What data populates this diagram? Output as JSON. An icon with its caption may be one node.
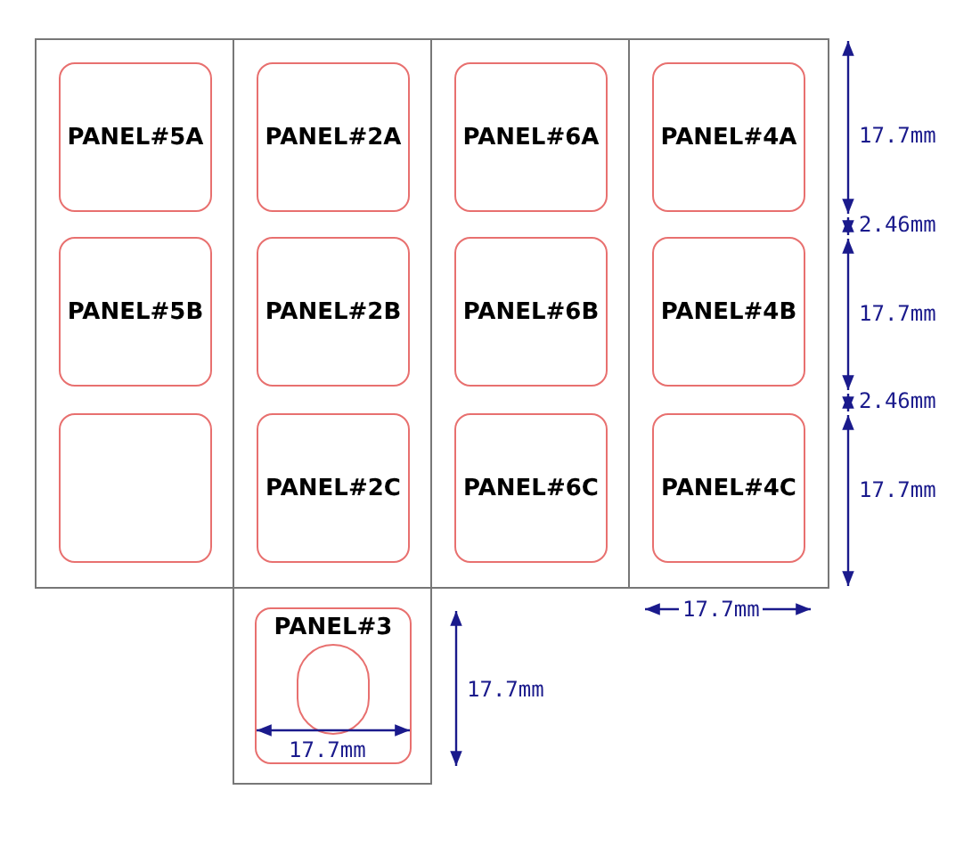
{
  "diagram": {
    "nodes": [
      {
        "text": [
          "PANEL#5A"
        ]
      },
      {
        "text": [
          "PANEL#2A"
        ]
      },
      {
        "text": [
          "PANEL#6A"
        ]
      },
      {
        "text": [
          "PANEL#4A"
        ]
      },
      {
        "text": [
          "PANEL#5B"
        ]
      },
      {
        "text": [
          "PANEL#2B"
        ]
      },
      {
        "text": [
          "PANEL#6B"
        ]
      },
      {
        "text": [
          "PANEL#4B"
        ]
      },
      {
        "text": [],
        "shape": "box"
      },
      {
        "text": [
          "PANEL#2C"
        ]
      },
      {
        "text": [
          "PANEL#6C"
        ]
      },
      {
        "text": [
          "PANEL#4C"
        ]
      },
      {
        "text": [
          "PANEL#3"
        ]
      }
    ],
    "edges": [],
    "labels": [
      "17.7mm",
      "2.46mm",
      "17.7mm",
      "2.46mm",
      "17.7mm",
      "17.7mm",
      "17.7mm",
      "17.7mm"
    ]
  }
}
